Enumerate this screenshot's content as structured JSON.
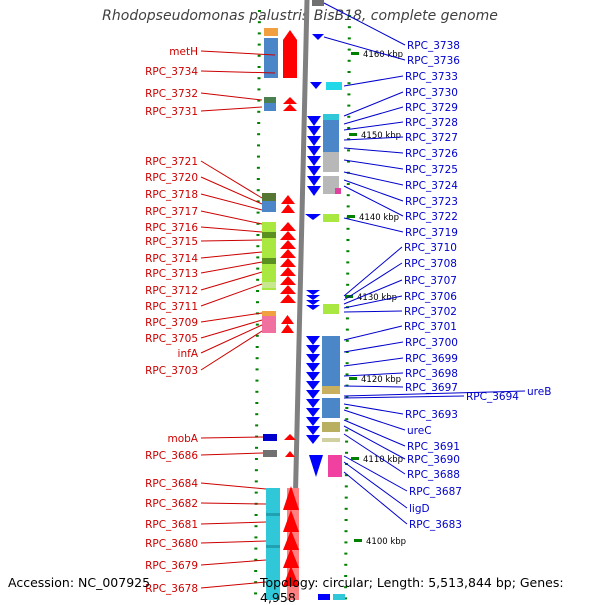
{
  "title": "Rhodopseudomonas palustris BisB18, complete genome",
  "footer": {
    "accession": "Accession: NC_007925",
    "topology": "Topology: circular; Length: 5,513,844 bp; Genes: 4,958"
  },
  "colors": {
    "left_label": "#cc0000",
    "right_label": "#0000cc",
    "strand_red": "#ff0000",
    "strand_blue": "#0000ff",
    "backbone": "#808080",
    "tick": "#008000"
  },
  "kbp_marks": [
    "4160 kbp",
    "4150 kbp",
    "4140 kbp",
    "4130 kbp",
    "4120 kbp",
    "4110 kbp",
    "4100 kbp"
  ],
  "left_labels": [
    "metH",
    "RPC_3734",
    "RPC_3732",
    "RPC_3731",
    "RPC_3721",
    "RPC_3720",
    "RPC_3718",
    "RPC_3717",
    "RPC_3716",
    "RPC_3715",
    "RPC_3714",
    "RPC_3713",
    "RPC_3712",
    "RPC_3711",
    "RPC_3709",
    "RPC_3705",
    "infA",
    "RPC_3703",
    "mobA",
    "RPC_3686",
    "RPC_3684",
    "RPC_3682",
    "RPC_3681",
    "RPC_3680",
    "RPC_3679",
    "RPC_3678"
  ],
  "right_labels": [
    "RPC_3738",
    "RPC_3736",
    "RPC_3733",
    "RPC_3730",
    "RPC_3729",
    "RPC_3728",
    "RPC_3727",
    "RPC_3726",
    "RPC_3725",
    "RPC_3724",
    "RPC_3723",
    "RPC_3722",
    "RPC_3719",
    "RPC_3710",
    "RPC_3708",
    "RPC_3707",
    "RPC_3706",
    "RPC_3702",
    "RPC_3701",
    "RPC_3700",
    "RPC_3699",
    "RPC_3698",
    "RPC_3697",
    "RPC_3694",
    "ureB",
    "RPC_3693",
    "ureC",
    "RPC_3691",
    "RPC_3690",
    "RPC_3688",
    "RPC_3687",
    "ligD",
    "RPC_3683"
  ]
}
